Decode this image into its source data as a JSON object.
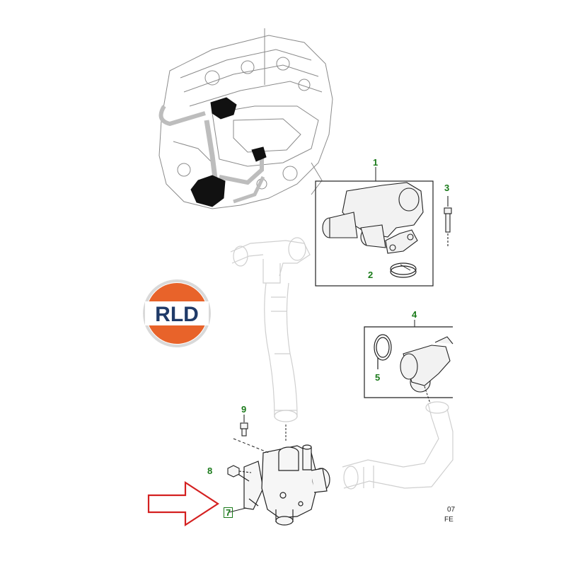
{
  "logo": {
    "text": "RLD",
    "colors": {
      "orange": "#e8632a",
      "navy": "#1f3a68",
      "ring": "#d9d9d9"
    }
  },
  "callouts": {
    "c1": "1",
    "c2": "2",
    "c3": "3",
    "c4": "4",
    "c5": "5",
    "c7": "7",
    "c8": "8",
    "c9": "9"
  },
  "callout_color": "#1a7a1a",
  "arrow_color": "#d42020",
  "corner": {
    "line1": "07",
    "line2": "FE"
  }
}
